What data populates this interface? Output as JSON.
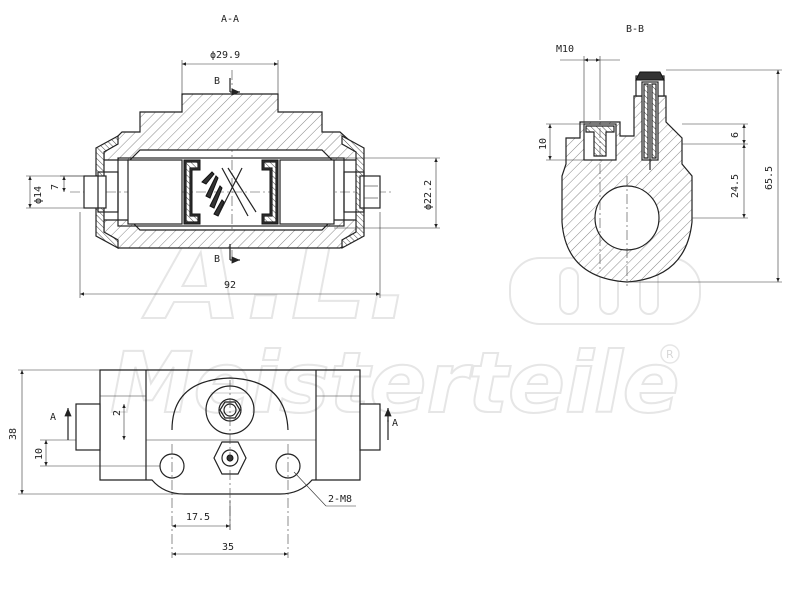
{
  "watermark": {
    "brand": "A.L.",
    "name": "Meisterteile",
    "registered": "R"
  },
  "section_aa": {
    "title": "A-A",
    "cut_mark_top": "B",
    "cut_mark_bottom": "B",
    "dim_bore": "ϕ29.9",
    "dim_pin": "ϕ14",
    "dim_pin_offset": "7",
    "dim_inner": "ϕ22.2",
    "dim_length": "92"
  },
  "section_bb": {
    "title": "B-B",
    "dim_thread": "M10",
    "dim_left": "10",
    "dim_right": "6",
    "dim_mid": "24.5",
    "dim_total": "65.5"
  },
  "plan_view": {
    "dim_height": "38",
    "dim_offset": "10",
    "dim_small": "2",
    "cut_mark_left": "A",
    "cut_mark_right": "A",
    "dim_hole": "17.5",
    "dim_spacing": "35",
    "dim_bolt": "2-M8"
  }
}
